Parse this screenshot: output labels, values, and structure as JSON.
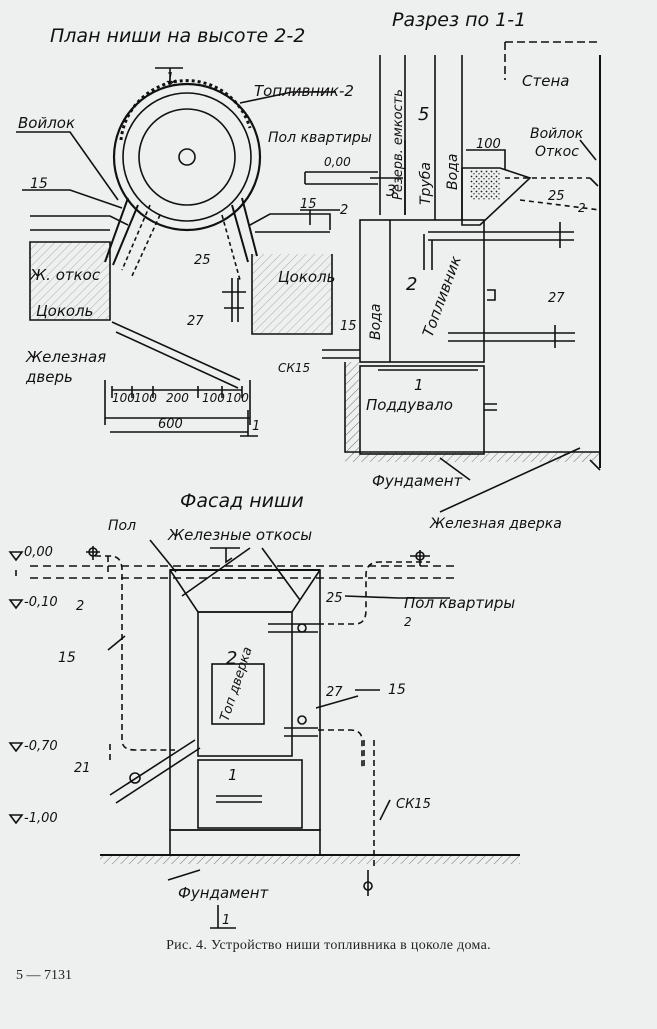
{
  "titles": {
    "plan": "План ниши на высоте 2-2",
    "section": "Разрез по 1-1",
    "facade": "Фасад ниши"
  },
  "labels": {
    "toplivnik2": "Топливник-2",
    "voilok": "Войлок",
    "zh_otkos": "Ж. откос",
    "tsokol": "Цоколь",
    "tsokol2": "Цоколь",
    "zheleznaya": "Железная",
    "dver": "дверь",
    "pol_kvartiry": "Пол квартиры",
    "rezerv": "Резерв. емкость",
    "truba": "Труба",
    "voda": "Вода",
    "voda2": "Вода",
    "stena": "Стена",
    "voilok2": "Войлок",
    "otkos": "Откос",
    "toplivnik": "Топливник",
    "podduvalo": "Поддувало",
    "fundament": "Фундамент",
    "zheleznaya_dverka": "Железная дверка",
    "pol": "Пол",
    "zheleznye_otkosy": "Железные откосы",
    "pol_kvartiry2": "Пол квартиры",
    "top_dverka": "Топ дверка",
    "fundament2": "Фундамент",
    "sk15": "СК15",
    "sk15b": "СК15"
  },
  "marks": {
    "n15a": "15",
    "n15b": "15",
    "n15c": "15",
    "n15d": "15",
    "n15e": "15",
    "n25a": "25",
    "n25b": "25",
    "n25c": "25",
    "n27a": "27",
    "n27b": "27",
    "n27c": "27",
    "n21": "21",
    "n2a": "2",
    "n2b": "2",
    "n2c": "2",
    "n2d": "2",
    "n2e": "2",
    "n1a": "1",
    "n1b": "1",
    "n3": "3",
    "n5": "5",
    "n100": "100",
    "cut1": "1",
    "cut1b": "1",
    "cut1c": "1"
  },
  "levels": {
    "l000a": "0,00",
    "l000b": "0,00",
    "l010": "-0,10",
    "l070": "-0,70",
    "l100": "-1,00"
  },
  "dims": {
    "d100a": "100",
    "d100b": "100",
    "d200": "200",
    "d100c": "100",
    "d100d": "100",
    "d600": "600"
  },
  "caption": "Рис. 4. Устройство ниши топливника в цоколе дома.",
  "page_number": "5 — 7131"
}
